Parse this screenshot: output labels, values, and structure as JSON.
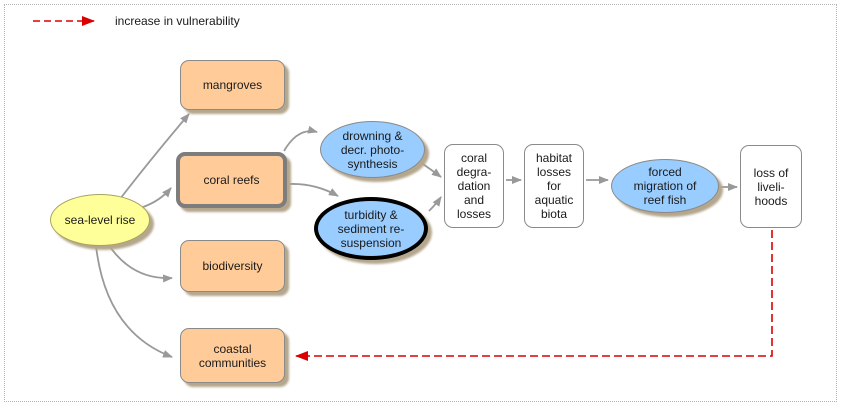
{
  "legend": {
    "label": "increase in vulnerability"
  },
  "colors": {
    "accent_red": "#DB0000",
    "arrow_gray": "#999999",
    "node_orange": "#FFCC99",
    "node_blue": "#99CCFF",
    "node_yellow": "#FFFF99",
    "node_white": "#FFFFFF",
    "border_gray": "#808080",
    "border_black": "#000000",
    "shadow_tan": "#B5A78D"
  },
  "nodes": {
    "sea_level_rise": {
      "label": "sea-level rise",
      "shape": "ellipse",
      "color": "yellow"
    },
    "mangroves": {
      "label": "mangroves",
      "shape": "box",
      "color": "orange"
    },
    "coral_reefs": {
      "label": "coral reefs",
      "shape": "box",
      "color": "orange",
      "emphasis": "thick-gray-border"
    },
    "biodiversity": {
      "label": "biodiversity",
      "shape": "box",
      "color": "orange"
    },
    "coastal_communities": {
      "label": "coastal\ncommunities",
      "shape": "box",
      "color": "orange"
    },
    "drowning": {
      "label": "drowning &\ndecr. photo-\nsynthesis",
      "shape": "ellipse",
      "color": "blue"
    },
    "turbidity": {
      "label": "turbidity &\nsediment re-\nsuspension",
      "shape": "ellipse",
      "color": "blue",
      "emphasis": "thick-black-border"
    },
    "coral_degradation": {
      "label": "coral\ndegra-\ndation\nand\nlosses",
      "shape": "box",
      "color": "white"
    },
    "habitat_losses": {
      "label": "habitat\nlosses\nfor\naquatic\nbiota",
      "shape": "box",
      "color": "white"
    },
    "forced_migration": {
      "label": "forced\nmigration of\nreef fish",
      "shape": "ellipse",
      "color": "blue"
    },
    "loss_of_livelihoods": {
      "label": "loss of\nliveli-\nhoods",
      "shape": "box",
      "color": "white"
    }
  },
  "edges": [
    {
      "from": "sea-level rise",
      "to": "mangroves",
      "style": "solid-gray"
    },
    {
      "from": "sea-level rise",
      "to": "coral reefs",
      "style": "solid-gray"
    },
    {
      "from": "sea-level rise",
      "to": "biodiversity",
      "style": "solid-gray"
    },
    {
      "from": "sea-level rise",
      "to": "coastal communities",
      "style": "solid-gray"
    },
    {
      "from": "coral reefs",
      "to": "drowning & decr. photo-synthesis",
      "style": "solid-gray"
    },
    {
      "from": "coral reefs",
      "to": "turbidity & sediment re-suspension",
      "style": "solid-gray"
    },
    {
      "from": "drowning & decr. photo-synthesis",
      "to": "coral degradation and losses",
      "style": "solid-gray"
    },
    {
      "from": "turbidity & sediment re-suspension",
      "to": "coral degradation and losses",
      "style": "solid-gray"
    },
    {
      "from": "coral degradation and losses",
      "to": "habitat losses for aquatic biota",
      "style": "solid-gray"
    },
    {
      "from": "habitat losses for aquatic biota",
      "to": "forced migration of reef fish",
      "style": "solid-gray"
    },
    {
      "from": "forced migration of reef fish",
      "to": "loss of livelihoods",
      "style": "solid-gray"
    },
    {
      "from": "loss of livelihoods",
      "to": "coastal communities",
      "style": "dashed-red"
    }
  ]
}
